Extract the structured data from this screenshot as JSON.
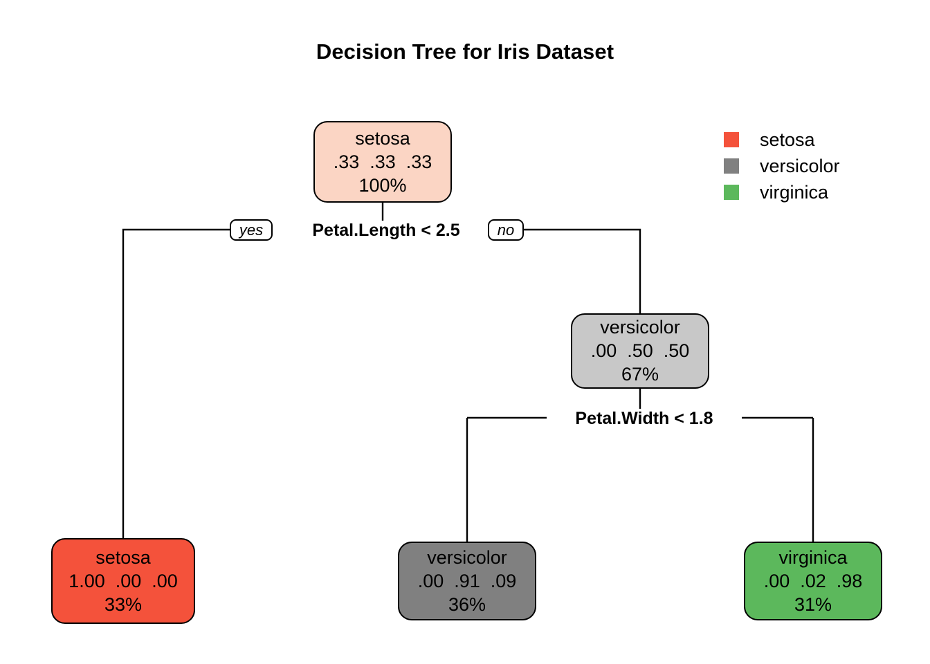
{
  "chart_data": {
    "type": "diagram",
    "diagram_kind": "decision-tree",
    "title": "Decision Tree for Iris Dataset",
    "classes": [
      "setosa",
      "versicolor",
      "virginica"
    ],
    "class_colors": {
      "setosa": "#f4523b",
      "versicolor": "#808080",
      "virginica": "#5cb85c"
    },
    "nodes": [
      {
        "id": "root",
        "label": "setosa",
        "probs": ".33  .33  .33",
        "prob_values": [
          0.33,
          0.33,
          0.33
        ],
        "percent": "100%",
        "percent_value": 100,
        "fill": "#fbd5c4",
        "kind": "root"
      },
      {
        "id": "internal-versicolor",
        "label": "versicolor",
        "probs": ".00  .50  .50",
        "prob_values": [
          0.0,
          0.5,
          0.5
        ],
        "percent": "67%",
        "percent_value": 67,
        "fill": "#c8c8c8",
        "kind": "internal"
      },
      {
        "id": "leaf-setosa",
        "label": "setosa",
        "probs": "1.00  .00  .00",
        "prob_values": [
          1.0,
          0.0,
          0.0
        ],
        "percent": "33%",
        "percent_value": 33,
        "fill": "#f4523b",
        "kind": "leaf"
      },
      {
        "id": "leaf-versicolor",
        "label": "versicolor",
        "probs": ".00  .91  .09",
        "prob_values": [
          0.0,
          0.91,
          0.09
        ],
        "percent": "36%",
        "percent_value": 36,
        "fill": "#808080",
        "kind": "leaf"
      },
      {
        "id": "leaf-virginica",
        "label": "virginica",
        "probs": ".00  .02  .98",
        "prob_values": [
          0.0,
          0.02,
          0.98
        ],
        "percent": "31%",
        "percent_value": 31,
        "fill": "#5cb85c",
        "kind": "leaf"
      }
    ],
    "splits": [
      {
        "id": "split-1",
        "text": "Petal.Length < 2.5",
        "variable": "Petal.Length",
        "operator": "<",
        "threshold": 2.5,
        "yes_label": "yes",
        "no_label": "no",
        "yes_child": "leaf-setosa",
        "no_child": "internal-versicolor"
      },
      {
        "id": "split-2",
        "text": "Petal.Width < 1.8",
        "variable": "Petal.Width",
        "operator": "<",
        "threshold": 1.8,
        "yes_child": "leaf-versicolor",
        "no_child": "leaf-virginica"
      }
    ],
    "legend": {
      "position": "top-right",
      "entries": [
        {
          "label": "setosa",
          "color": "#f4523b"
        },
        {
          "label": "versicolor",
          "color": "#808080"
        },
        {
          "label": "virginica",
          "color": "#5cb85c"
        }
      ]
    }
  }
}
